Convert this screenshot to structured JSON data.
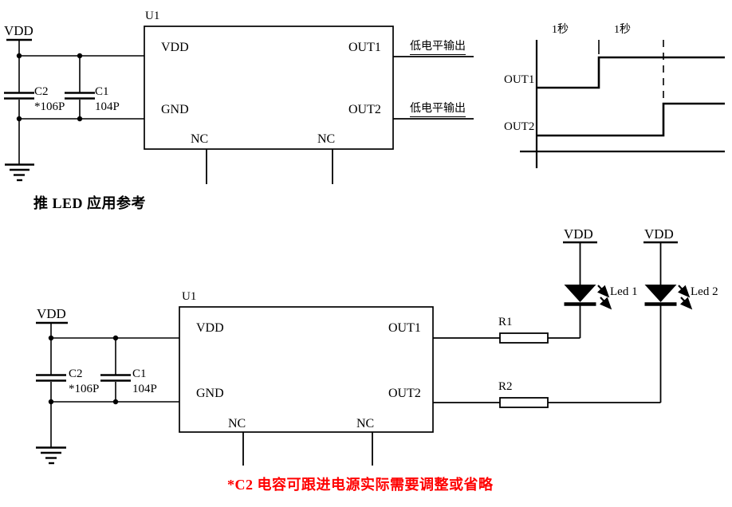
{
  "top_circuit": {
    "power_label": "VDD",
    "c2_ref": "C2",
    "c2_value": "*106P",
    "c1_ref": "C1",
    "c1_value": "104P",
    "ic_ref": "U1",
    "pins": {
      "vdd": "VDD",
      "gnd": "GND",
      "out1": "OUT1",
      "out2": "OUT2",
      "nc": "NC"
    },
    "out1_note": "低电平输出",
    "out2_note": "低电平输出"
  },
  "timing_diagram": {
    "interval1_label": "1秒",
    "interval2_label": "1秒",
    "out1_label": "OUT1",
    "out2_label": "OUT2",
    "description": "OUT1 low 1s then high; OUT2 low 2s then high"
  },
  "section_heading": "推 LED 应用参考",
  "led_circuit": {
    "power_label": "VDD",
    "c2_ref": "C2",
    "c2_value": "*106P",
    "c1_ref": "C1",
    "c1_value": "104P",
    "ic_ref": "U1",
    "pins": {
      "vdd": "VDD",
      "gnd": "GND",
      "out1": "OUT1",
      "out2": "OUT2",
      "nc": "NC"
    },
    "r1_ref": "R1",
    "r2_ref": "R2",
    "led1_power": "VDD",
    "led2_power": "VDD",
    "led1_ref": "Led 1",
    "led2_ref": "Led 2"
  },
  "footnote": {
    "text": "*C2 电容可跟进电源实际需要调整或省略",
    "color": "#FF0000"
  }
}
